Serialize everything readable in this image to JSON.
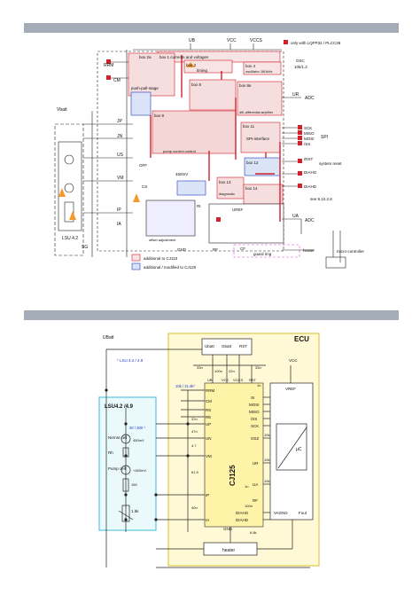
{
  "top": {
    "supply": [
      "UB",
      "VCC",
      "VCCS"
    ],
    "legend_red": "only with LQFP32 / PLCC28",
    "box1": "box 1    currents and voltages",
    "box2a": "box 2a",
    "push_pull": "push-pull-stage",
    "box3": "box 3",
    "timing": "timing",
    "box4": "box 4",
    "oscillator": "oscillator 160kHz",
    "box8": "box 8",
    "box8e": "box 8e",
    "diff_amp": "diff.-differential amplifier",
    "box9": "box 9",
    "box11": "box 11",
    "spi": "SPI-interface",
    "box12": "box 12",
    "box13": "box 13",
    "diagnostic": "diagnostic",
    "box14": "box 14",
    "pump_current": "pump current control",
    "offset_adjust": "offset adjustment",
    "lsu": "LSU 4.2",
    "sg": "SG",
    "labels_left": [
      "Vbatt",
      "RRM",
      "CM",
      "JP",
      "JN",
      "US",
      "VM",
      "IP",
      "IA"
    ],
    "labels_right": [
      "UR",
      "ADC",
      "SCK",
      "MISO",
      "MOSI",
      "/SS",
      "SPI",
      "/RST",
      "system reset",
      "DIAHG",
      "DIAHD",
      "see 8.10.2.8",
      "UA",
      "ADC",
      "heater",
      "micro-controller"
    ],
    "osc_ext": "10k/1.2",
    "val_ext": "OSC",
    "off": "OFF",
    "cf": "CF",
    "cs": "CS",
    "guard": "guard ring",
    "gnd": "GND",
    "rf": "RF",
    "ri": "RI",
    "uref": "UREF",
    "legend1": "additional to CJ110",
    "legend2": "additional / modified to CJ120",
    "i_src": "450mV"
  },
  "bottom": {
    "ubatt": "UBatt",
    "ecu": "ECU",
    "lsu_note": "* LSU 4.2 / 4.9",
    "lsu_box": "LSU4.2 /4.9",
    "chip": "CJ125",
    "pins_left": [
      "RRM",
      "CM",
      "RS",
      "RE",
      "UP",
      "UN",
      "VM",
      "IP",
      "IA"
    ],
    "pins_right": [
      "SI",
      "MOSI",
      "MISO",
      "/SS",
      "SCK",
      "OSZ",
      "UR",
      "UA",
      "RF",
      "DIAHG",
      "DIAHD",
      "GND"
    ],
    "pins_top": [
      "UB",
      "VCC",
      "VCCS",
      "RST"
    ],
    "ubatt_box": [
      "Ubatt",
      "Gbatt",
      "RST"
    ],
    "nernst": "Nernst\ncell",
    "pump": "Pump\ncell",
    "values": [
      "33n",
      "100n",
      "22n",
      "33n",
      "1n",
      "10k",
      "10k",
      "10k",
      "1n",
      "100n",
      "6.8k",
      "150",
      "4.7",
      "61.9",
      "22n",
      "47n",
      "40n",
      "450mV",
      "+450mV"
    ],
    "vals_blue": [
      "10k / 31.6k*",
      "30 / 300 *"
    ],
    "rh": "Rh",
    "rc": "1.5k",
    "mc_vcc": "VCC",
    "vref": "VREF",
    "uc": "µC",
    "vagnd": "VAGND",
    "fout": "Fout",
    "heater": "heater"
  }
}
